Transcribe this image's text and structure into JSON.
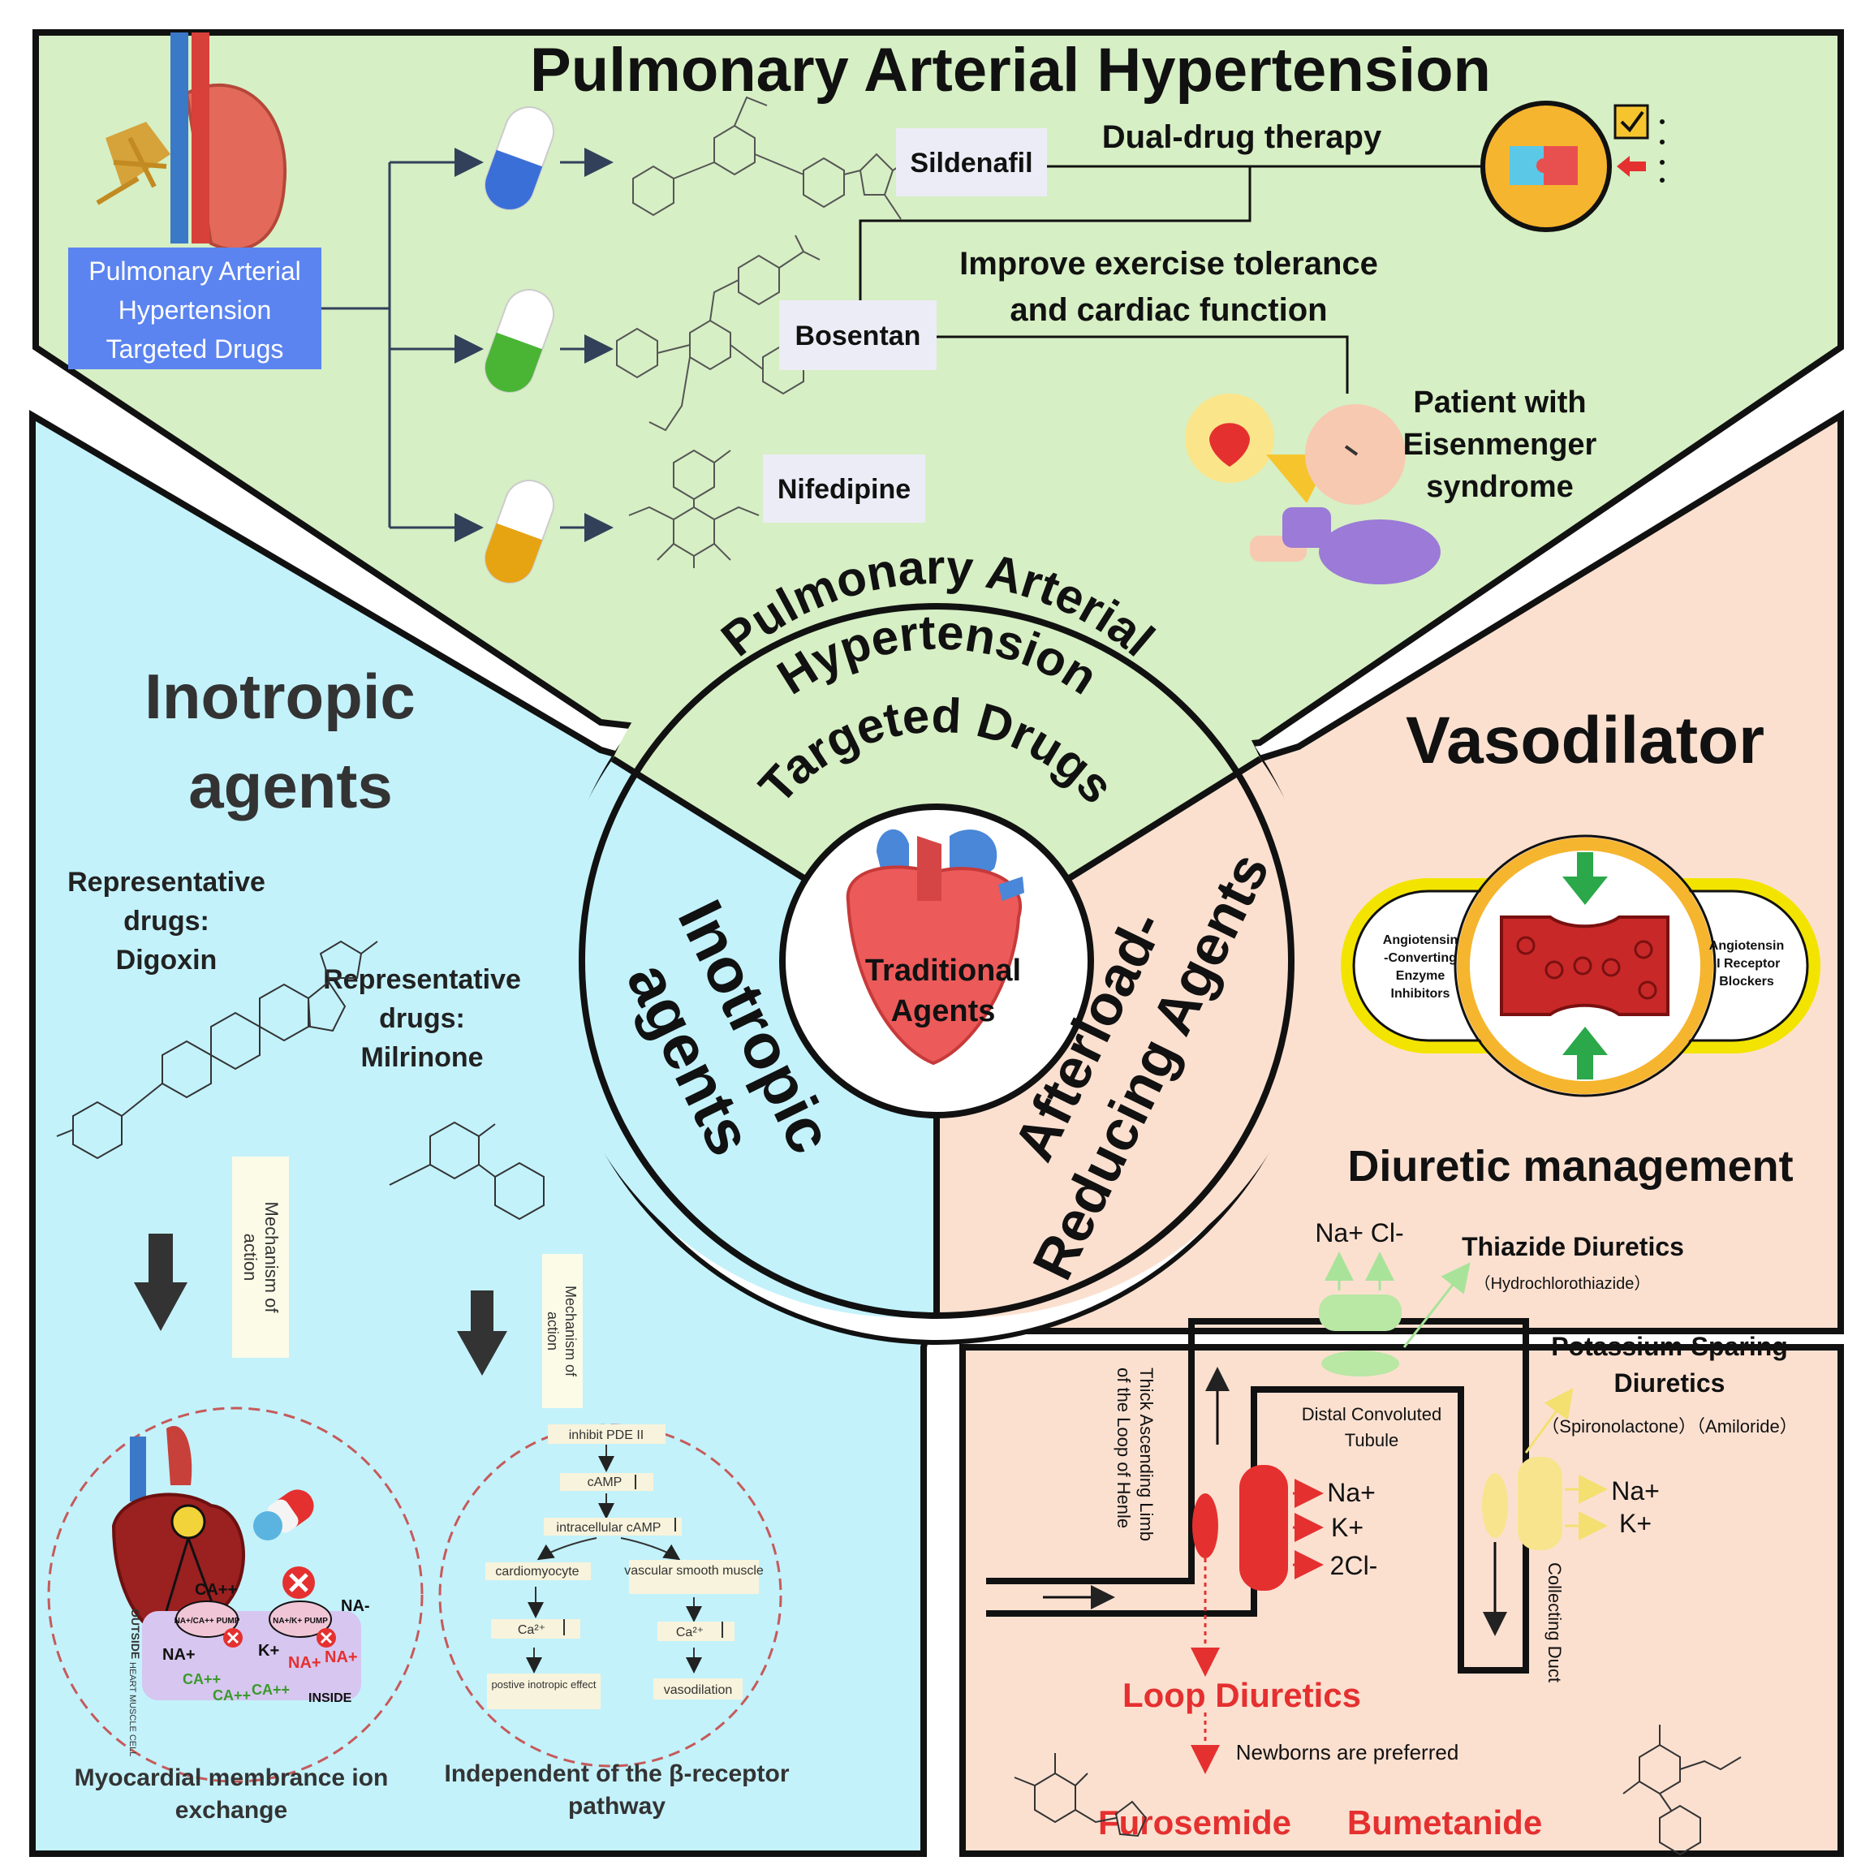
{
  "pah": {
    "title": "Pulmonary Arterial Hypertension",
    "targeted_drugs_box": [
      "Pulmonary Arterial",
      "Hypertension",
      "Targeted Drugs"
    ],
    "drugs": {
      "sildenafil": "Sildenafil",
      "bosentan": "Bosentan",
      "nifedipine": "Nifedipine"
    },
    "dual_therapy": "Dual-drug therapy",
    "improve": [
      "Improve exercise tolerance",
      "and cardiac function"
    ],
    "patient": [
      "Patient with",
      "Eisenmenger",
      "syndrome"
    ]
  },
  "center": {
    "top_arc": [
      "Pulmonary Arterial",
      "Hypertension",
      "Targeted Drugs"
    ],
    "left": [
      "Inotropic",
      "agents"
    ],
    "right": [
      "Afterload-",
      "Reducing Agents"
    ],
    "core": [
      "Traditional",
      "Agents"
    ]
  },
  "inotropic": {
    "title": [
      "Inotropic",
      "agents"
    ],
    "digoxin": [
      "Representative",
      "drugs:",
      "Digoxin"
    ],
    "milrinone": [
      "Representative",
      "drugs:",
      "Milrinone"
    ],
    "moa": [
      "Mechanism of",
      "action"
    ],
    "membrane": {
      "caption": [
        "Myocardial membrance ion",
        "exchange"
      ],
      "outside": "OUTSIDE",
      "inside": "INSIDE",
      "cell": "HEART MUSCLE CELL",
      "ca_top": "CA++",
      "na_top": "NA-",
      "pump1": "NA+/CA++ PUMP",
      "pump2": "NA+/K+ PUMP",
      "na_plus": "NA+",
      "k_plus": "K+",
      "na_red": "NA+",
      "ca_green": [
        "CA++",
        "CA++",
        "CA++"
      ]
    },
    "pathway": {
      "caption": [
        "Independent of the β-receptor",
        "pathway"
      ],
      "steps": [
        "inhibit PDE II",
        "cAMP",
        "intracellular cAMP",
        "cardiomyocyte",
        "vascular smooth muscle",
        "Ca²⁺",
        "Ca²⁺",
        "postive inotropic effect",
        "vasodilation"
      ]
    }
  },
  "vasodilator": {
    "title": "Vasodilator",
    "ace": [
      "Angiotensin",
      "-Converting",
      "Enzyme",
      "Inhibitors"
    ],
    "arb": [
      "Angiotensin",
      "II Receptor",
      "Blockers"
    ]
  },
  "diuretic": {
    "title": "Diuretic management",
    "nacl": "Na+ Cl-",
    "thiazide": "Thiazide Diuretics",
    "thiazide_drug": "（Hydrochlorothiazide）",
    "k_sparing": [
      "Potassium-Sparing",
      "Diuretics"
    ],
    "k_sparing_drugs": "（Spironolactone）（Amiloride）",
    "dct": [
      "Distal Convoluted",
      "Tubule"
    ],
    "loop_limb": [
      "Thick Ascending Limb",
      "of the Loop of Henle"
    ],
    "collecting": "Collecting Duct",
    "ions_left": [
      "Na+",
      "K+",
      "2Cl-"
    ],
    "ions_right": [
      "Na+",
      "K+"
    ],
    "loop": "Loop Diuretics",
    "newborns": "Newborns are preferred",
    "furosemide": "Furosemide",
    "bumetanide": "Bumetanide"
  },
  "colors": {
    "green": "#d6efc4",
    "blue": "#c3f2fb",
    "peach": "#fbe0d0",
    "red": "#e53030",
    "yellow": "#f3e400"
  }
}
